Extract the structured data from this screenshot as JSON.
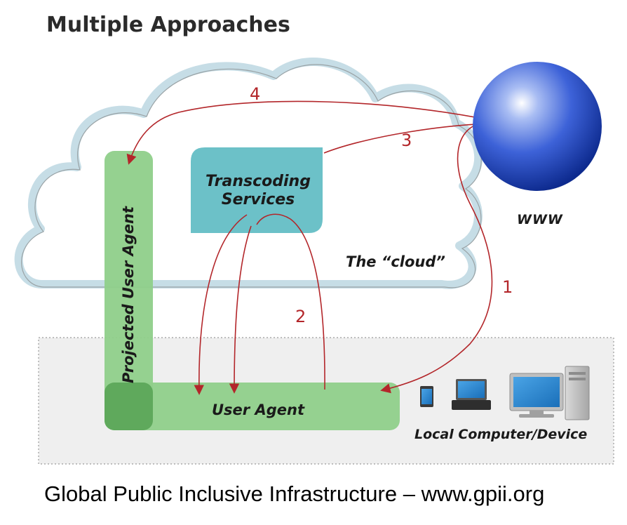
{
  "title": "Multiple Approaches",
  "nodes": {
    "transcoding_line1": "Transcoding",
    "transcoding_line2": "Services",
    "www": "WWW",
    "cloud": "The “cloud”",
    "user_agent": "User Agent",
    "projected_user_agent": "Projected User Agent",
    "local_device": "Local Computer/Device"
  },
  "arrows": {
    "a1": "1",
    "a2": "2",
    "a3": "3",
    "a4": "4"
  },
  "colors": {
    "arrow": "#b3262a",
    "green": "#8fcf8a",
    "teal": "#6cc1c8",
    "globe": "#1d48c6"
  },
  "icons": [
    "tablet-icon",
    "laptop-icon",
    "desktop-computer-icon"
  ],
  "footer": "Global Public Inclusive Infrastructure – www.gpii.org"
}
